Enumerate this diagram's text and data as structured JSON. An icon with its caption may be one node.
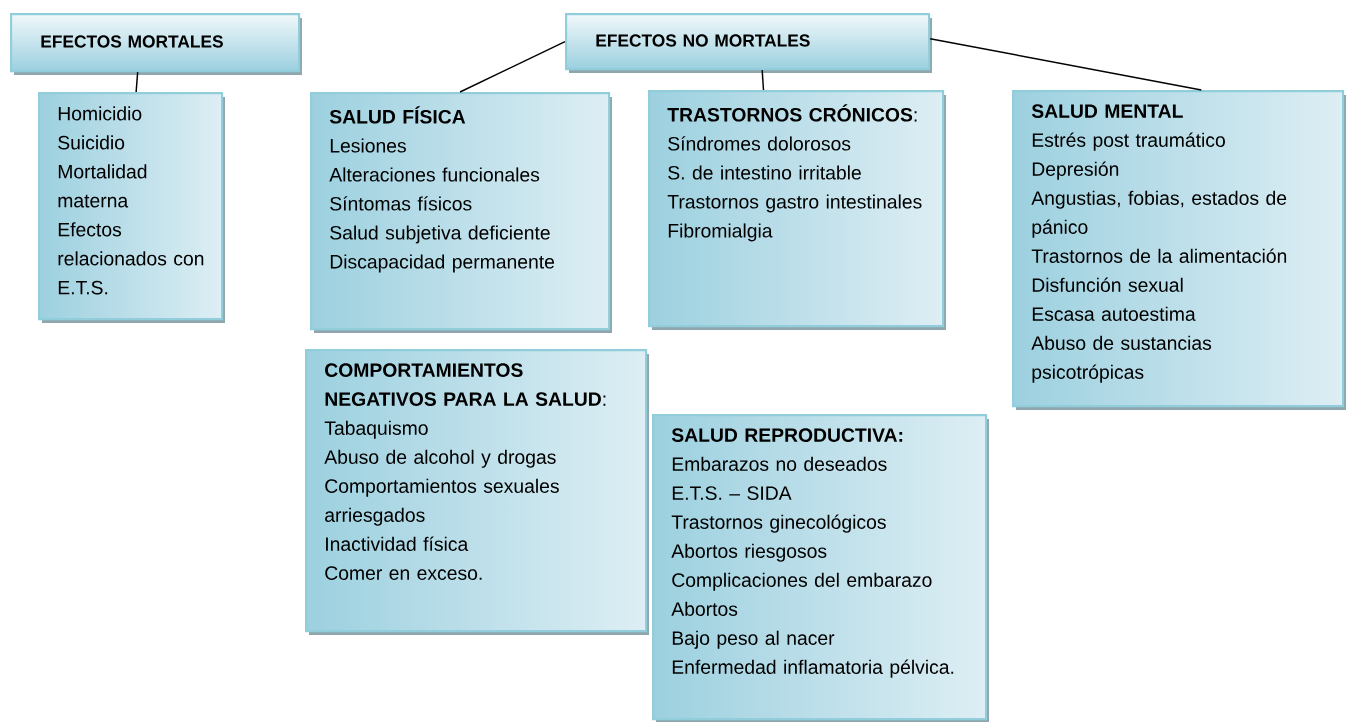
{
  "diagram": {
    "nodes": [
      {
        "text": [
          "EFECTOS MORTALES"
        ]
      },
      {
        "text": [
          "Homicidio",
          "Suicidio",
          "Mortalidad materna",
          "Efectos relacionados con E.T.S."
        ]
      },
      {
        "text": [
          "EFECTOS NO MORTALES"
        ]
      },
      {
        "text": [
          "SALUD FÍSICA",
          "Lesiones",
          "Alteraciones funcionales",
          "Síntomas físicos",
          "Salud subjetiva deficiente",
          "Discapacidad permanente"
        ]
      },
      {
        "text": [
          "**TRASTORNOS CRÓNICOS**:",
          "Síndromes dolorosos",
          "S. de intestino irritable",
          "Trastornos gastro intestinales",
          "Fibromialgia"
        ]
      },
      {
        "text": [
          "SALUD MENTAL",
          "Estrés post traumático",
          "Depresión",
          "Angustias, fobias, estados de pánico",
          "Trastornos de la alimentación",
          "Disfunción sexual",
          "Escasa autoestima",
          "Abuso de sustancias psicotrópicas"
        ]
      },
      {
        "text": [
          "**COMPORTAMIENTOS NEGATIVOS PARA LA SALUD**:",
          "Tabaquismo",
          "Abuso de alcohol y drogas",
          "Comportamientos sexuales arriesgados",
          "Inactividad física",
          "Comer en exceso."
        ]
      },
      {
        "text": [
          "SALUD REPRODUCTIVA:",
          "Embarazos no deseados",
          "E.T.S. – SIDA",
          "Trastornos ginecológicos",
          "Abortos riesgosos",
          "Complicaciones del embarazo",
          "Abortos",
          "Bajo peso al nacer",
          "Enfermedad inflamatoria pélvica."
        ]
      }
    ],
    "edges": [
      {
        "from": 0,
        "to": 1,
        "arrow": "none"
      },
      {
        "from": 2,
        "to": 3,
        "arrow": "none"
      },
      {
        "from": 2,
        "to": 4,
        "arrow": "none"
      },
      {
        "from": 2,
        "to": 5,
        "arrow": "none"
      }
    ]
  }
}
